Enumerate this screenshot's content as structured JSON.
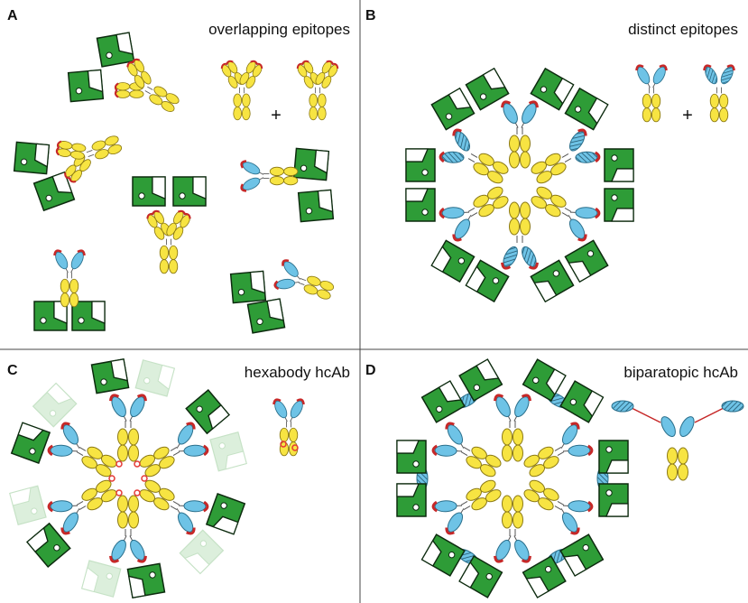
{
  "panels": {
    "A": {
      "letter": "A",
      "title": "overlapping epitopes",
      "plus": "+"
    },
    "B": {
      "letter": "B",
      "title": "distinct epitopes",
      "plus": "+"
    },
    "C": {
      "letter": "C",
      "title": "hexabody hcAb"
    },
    "D": {
      "letter": "D",
      "title": "biparatopic hcAb"
    }
  },
  "colors": {
    "antigen": "#2e9c37",
    "antigen_outline": "#0d2b0f",
    "fc_domain": "#f7e442",
    "fc_outline": "#8c7a14",
    "vhh_domain": "#6ec3e6",
    "vhh_outline": "#2a6f8c",
    "cdr_tip": "#c62828",
    "faded_antigen": "#dcefdc",
    "hexamer_mutation": "#e53935"
  },
  "icons": {
    "antigen": "antigen-icon",
    "conventional_antibody": "igg-antibody-icon",
    "heavy_chain_antibody": "hcab-icon"
  }
}
